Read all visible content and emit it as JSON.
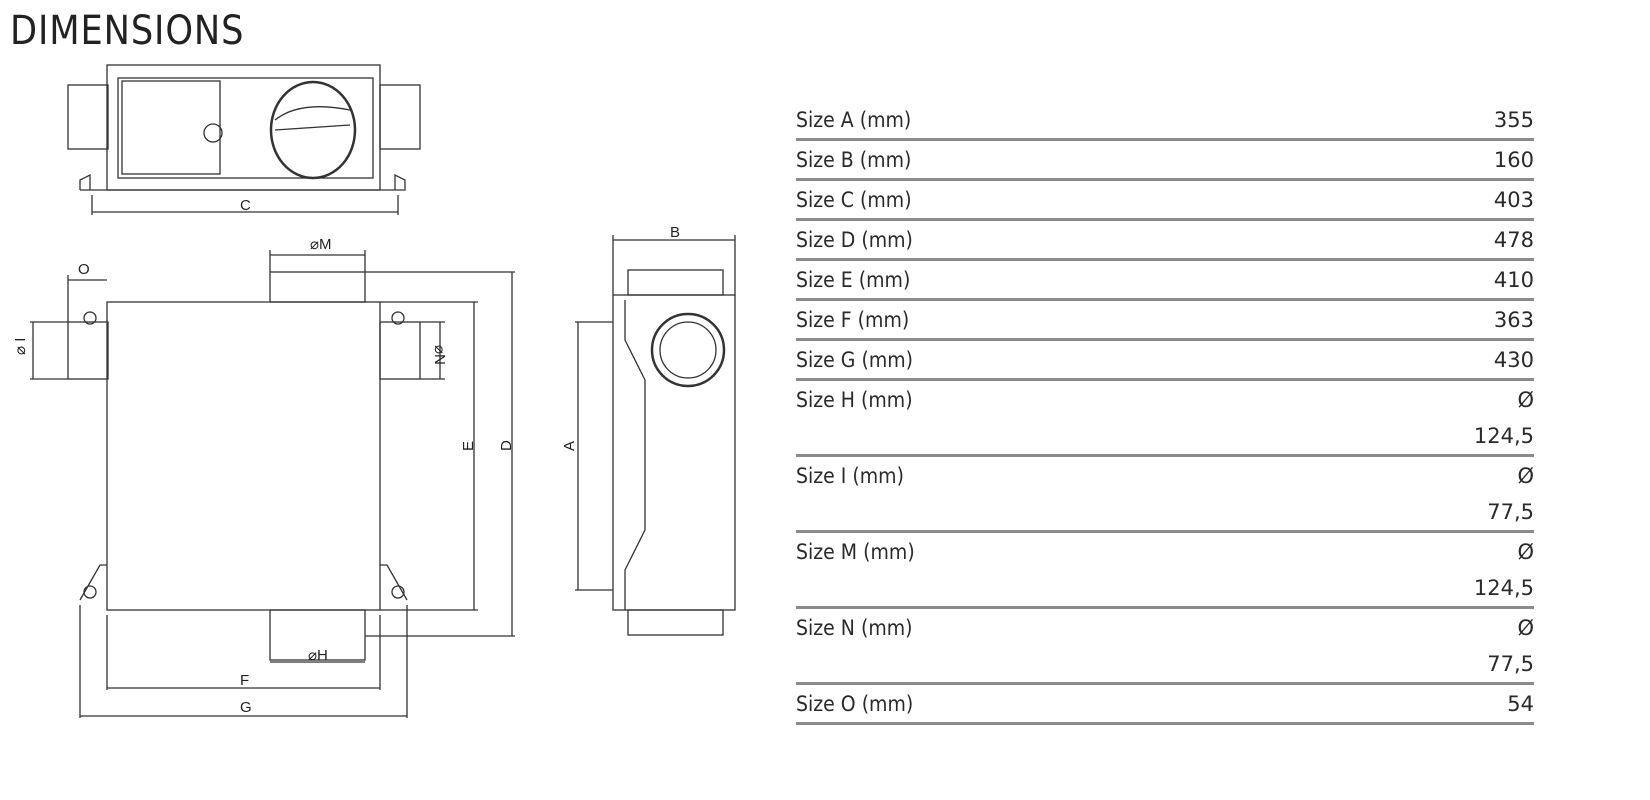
{
  "title": "DIMENSIONS",
  "drawing_labels": {
    "A": "A",
    "B": "B",
    "C": "C",
    "D": "D",
    "E": "E",
    "F": "F",
    "G": "G",
    "H": "⌀H",
    "I": "⌀ I",
    "M": "⌀M",
    "N": "⌀N",
    "O": "O"
  },
  "rows": [
    {
      "label": "Size A (mm)",
      "value": "355"
    },
    {
      "label": "Size B (mm)",
      "value": "160"
    },
    {
      "label": "Size C (mm)",
      "value": "403"
    },
    {
      "label": "Size D (mm)",
      "value": "478"
    },
    {
      "label": "Size E (mm)",
      "value": "410"
    },
    {
      "label": "Size F (mm)",
      "value": "363"
    },
    {
      "label": "Size G (mm)",
      "value": "430"
    },
    {
      "label": "Size H (mm)",
      "symbol": "Ø",
      "value": "124,5"
    },
    {
      "label": "Size I (mm)",
      "symbol": "Ø",
      "value": "77,5"
    },
    {
      "label": "Size M (mm)",
      "symbol": "Ø",
      "value": "124,5"
    },
    {
      "label": "Size N (mm)",
      "symbol": "Ø",
      "value": "77,5"
    },
    {
      "label": "Size O (mm)",
      "value": "54"
    }
  ]
}
